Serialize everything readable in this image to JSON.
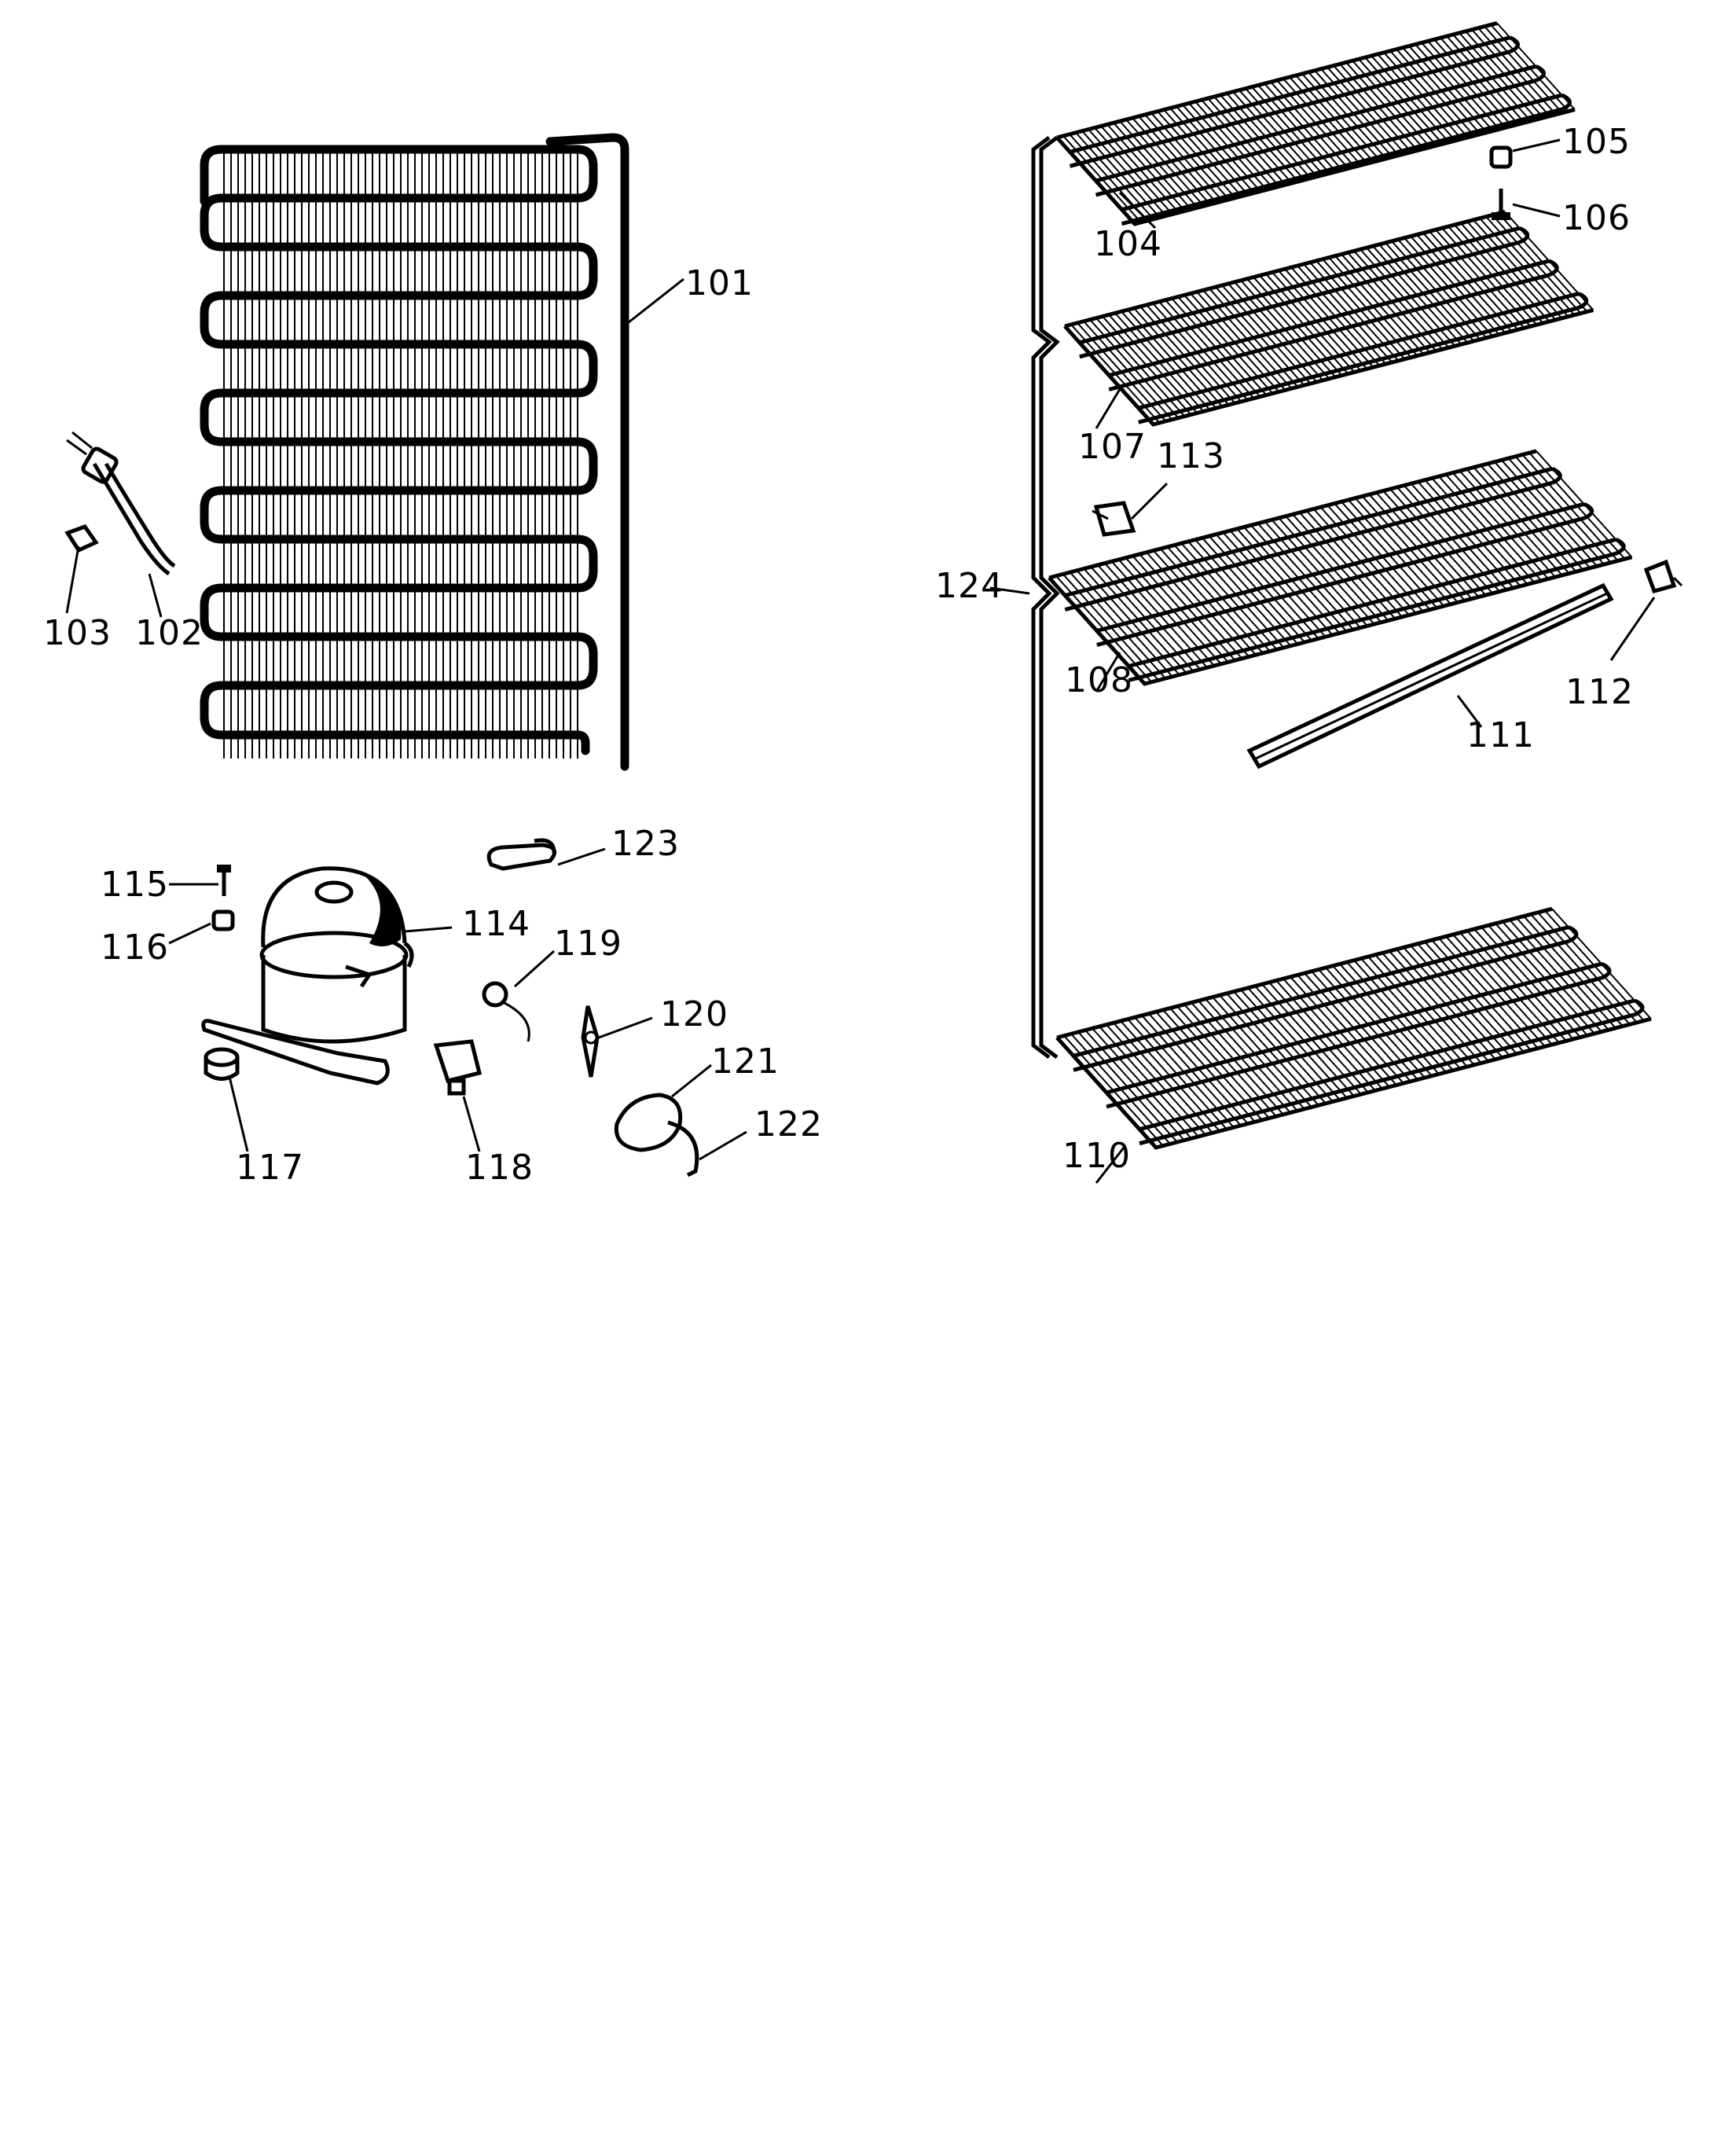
{
  "parts": [
    {
      "id": "p101",
      "label": "101"
    },
    {
      "id": "p102",
      "label": "102"
    },
    {
      "id": "p103",
      "label": "103"
    },
    {
      "id": "p104",
      "label": "104"
    },
    {
      "id": "p105",
      "label": "105"
    },
    {
      "id": "p106",
      "label": "106"
    },
    {
      "id": "p107",
      "label": "107"
    },
    {
      "id": "p108",
      "label": "108"
    },
    {
      "id": "p110",
      "label": "110"
    },
    {
      "id": "p111",
      "label": "111"
    },
    {
      "id": "p112",
      "label": "112"
    },
    {
      "id": "p113",
      "label": "113"
    },
    {
      "id": "p114",
      "label": "114"
    },
    {
      "id": "p115",
      "label": "115"
    },
    {
      "id": "p116",
      "label": "116"
    },
    {
      "id": "p117",
      "label": "117"
    },
    {
      "id": "p118",
      "label": "118"
    },
    {
      "id": "p119",
      "label": "119"
    },
    {
      "id": "p120",
      "label": "120"
    },
    {
      "id": "p121",
      "label": "121"
    },
    {
      "id": "p122",
      "label": "122"
    },
    {
      "id": "p123",
      "label": "123"
    },
    {
      "id": "p124",
      "label": "124"
    }
  ]
}
